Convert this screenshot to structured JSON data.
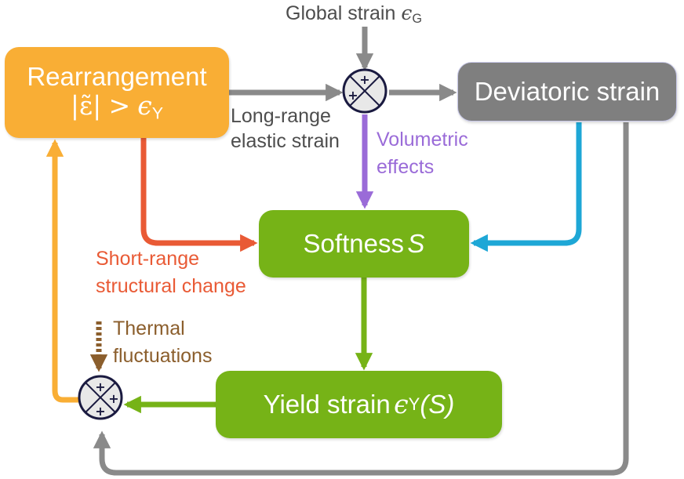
{
  "nodes": {
    "rearrangement": {
      "title": "Rearrangement",
      "condition_lhs": "|ε̃|",
      "condition_op": ">",
      "condition_rhs": "ϵ",
      "condition_rhs_sub": "Y"
    },
    "deviatoric": {
      "label": "Deviatoric strain"
    },
    "softness": {
      "label": "Softness",
      "symbol": "S"
    },
    "yield": {
      "label": "Yield strain",
      "symbol": "ϵ",
      "symbol_sub": "Y",
      "arg": "(S)"
    }
  },
  "labels": {
    "global_strain": "Global strain",
    "global_strain_symbol": "ϵ",
    "global_strain_sub": "G",
    "long_range_1": "Long-range",
    "long_range_2": "elastic strain",
    "volumetric_1": "Volumetric",
    "volumetric_2": "effects",
    "short_range_1": "Short-range",
    "short_range_2": "structural change",
    "thermal_1": "Thermal",
    "thermal_2": "fluctuations"
  },
  "colors": {
    "rearrangement": "#f9ae35",
    "deviatoric": "#7f7f7f",
    "softness": "#76b317",
    "yield": "#76b317",
    "volumetric": "#9a6bd8",
    "short_range": "#e95a35",
    "deviatoric_to_softness": "#1ea7d6",
    "thermal": "#8b5e2c"
  }
}
